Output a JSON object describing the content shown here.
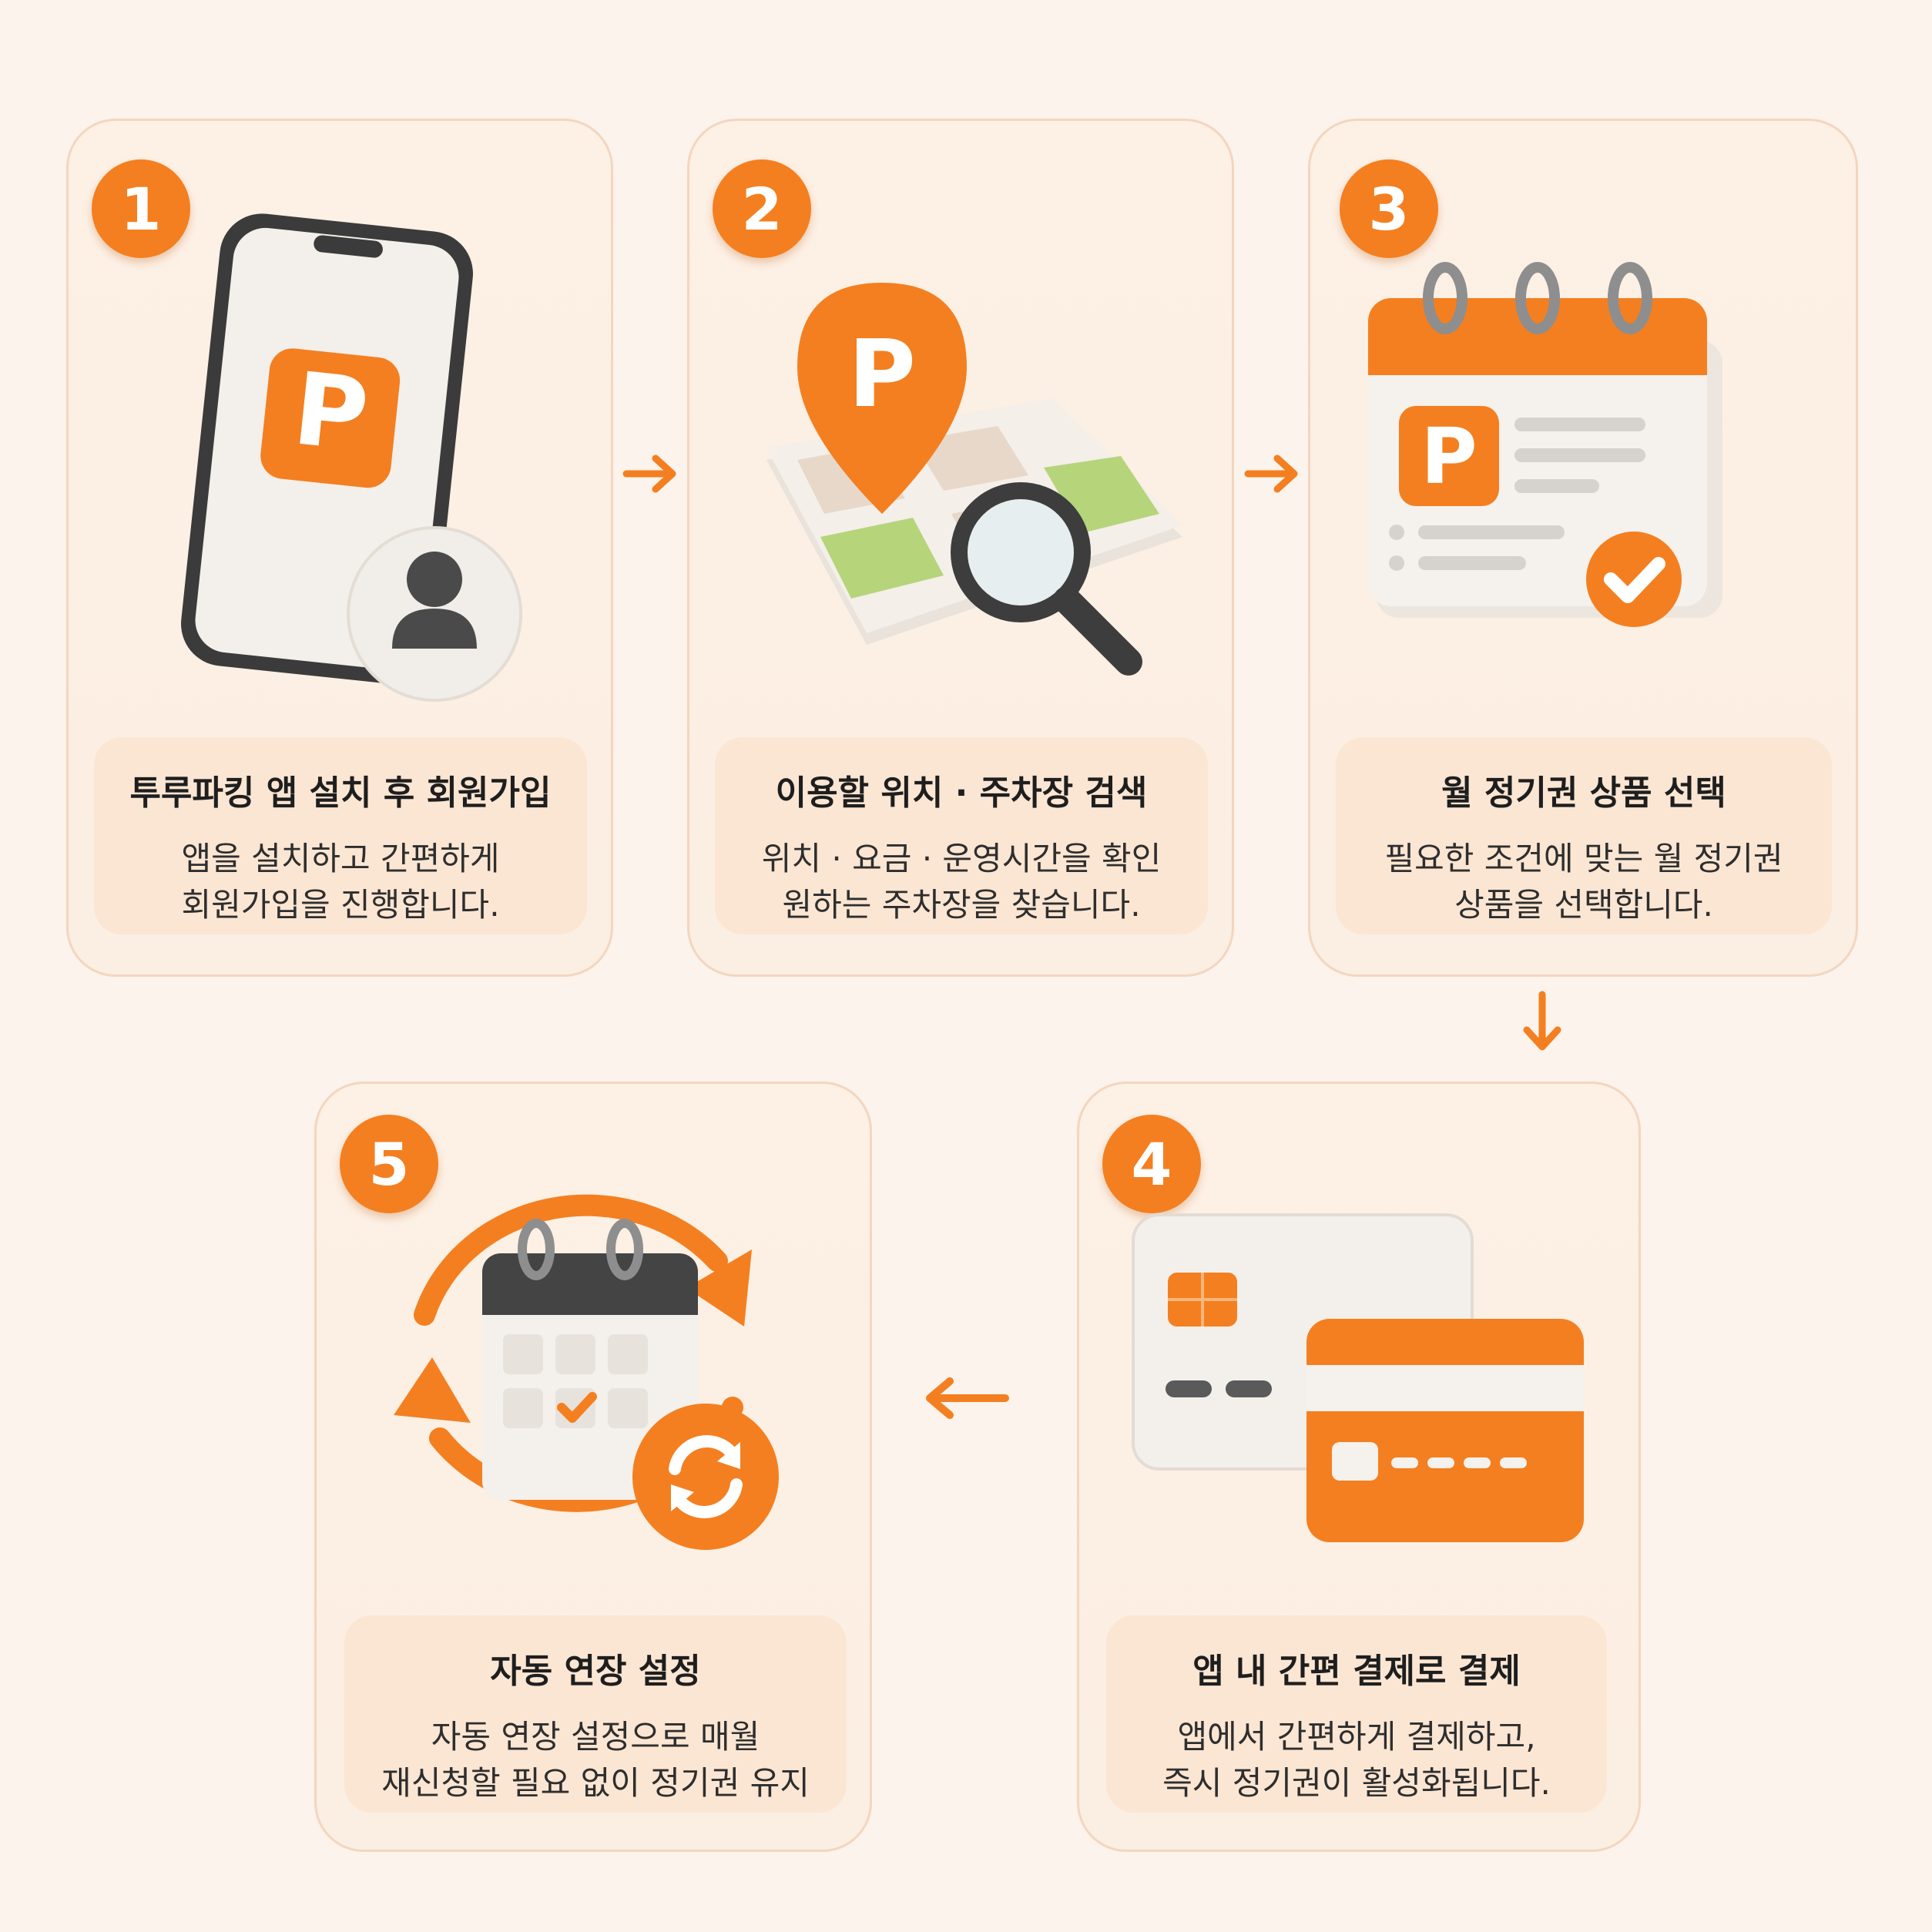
{
  "colors": {
    "accent": "#f47f20",
    "card_bg": "#fdf0e4",
    "caption_bg": "#fbe6d3",
    "page_bg": "#fbf3ec"
  },
  "steps": [
    {
      "number": "1",
      "title": "투루파킹 앱 설치 후 회원가입",
      "lines": [
        "앱을 설치하고 간편하게",
        "회원가입을 진행합니다."
      ],
      "icon": "phone-parking-app-icon",
      "app_letter": "P"
    },
    {
      "number": "2",
      "title": "이용할 위치 · 주차장 검색",
      "lines": [
        "위치 · 요금 · 운영시간을 확인",
        "원하는 주차장을 찾습니다."
      ],
      "icon": "map-search-icon",
      "app_letter": "P"
    },
    {
      "number": "3",
      "title": "월 정기권 상품 선택",
      "lines": [
        "필요한 조건에 맞는 월 정기권",
        "상품을 선택합니다."
      ],
      "icon": "calendar-pass-icon",
      "app_letter": "P"
    },
    {
      "number": "4",
      "title": "앱 내 간편 결제로 결제",
      "lines": [
        "앱에서 간편하게 결제하고,",
        "즉시 정기권이 활성화됩니다."
      ],
      "icon": "credit-card-icon"
    },
    {
      "number": "5",
      "title": "자동 연장 설정",
      "lines": [
        "자동 연장 설정으로 매월",
        "재신청할 필요 없이 정기권 유지"
      ],
      "icon": "auto-renew-calendar-icon"
    }
  ],
  "flow_arrows": [
    "right",
    "right",
    "down",
    "left"
  ]
}
